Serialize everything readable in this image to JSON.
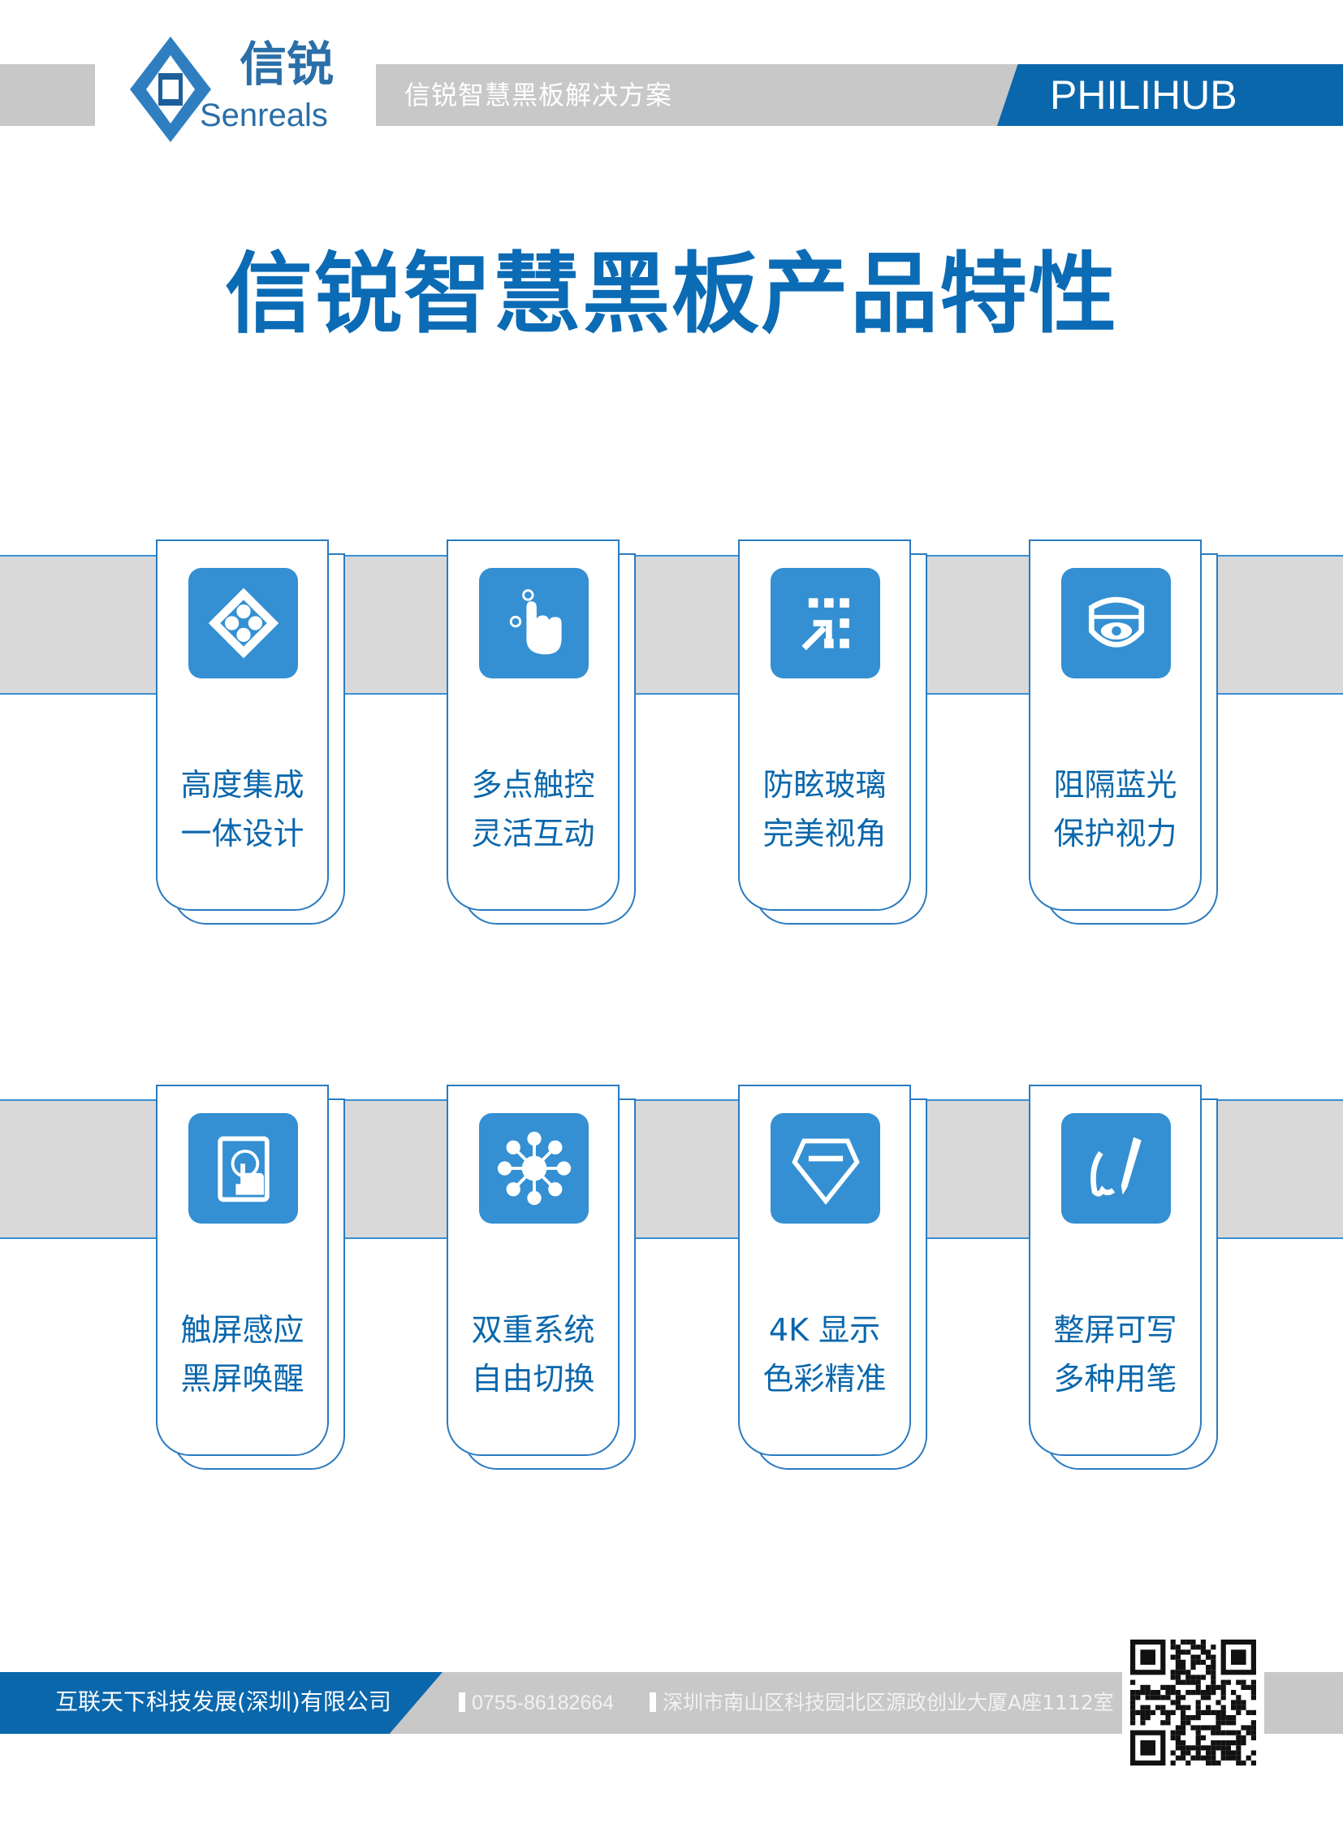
{
  "header": {
    "logo_cn": "信锐",
    "logo_en": "Senreals",
    "subtitle": "信锐智慧黑板解决方案",
    "brand": "PHILIHUB"
  },
  "title": "信锐智慧黑板产品特性",
  "colors": {
    "primary": "#0a67ac",
    "icon_bg": "#3490d3",
    "band_gray": "#d9d9d9",
    "bar_gray": "#c8c8c8"
  },
  "features": [
    {
      "icon": "integration-icon",
      "line1": "高度集成",
      "line2": "一体设计"
    },
    {
      "icon": "multi-touch-icon",
      "line1": "多点触控",
      "line2": "灵活互动"
    },
    {
      "icon": "anti-glare-icon",
      "line1": "防眩玻璃",
      "line2": "完美视角"
    },
    {
      "icon": "eye-protection-icon",
      "line1": "阻隔蓝光",
      "line2": "保护视力"
    },
    {
      "icon": "touch-screen-icon",
      "line1": "触屏感应",
      "line2": "黑屏唤醒"
    },
    {
      "icon": "dual-system-icon",
      "line1": "双重系统",
      "line2": "自由切换"
    },
    {
      "icon": "diamond-icon",
      "line1": "4K 显示",
      "line2": "色彩精准"
    },
    {
      "icon": "pen-writing-icon",
      "line1": "整屏可写",
      "line2": "多种用笔"
    }
  ],
  "footer": {
    "company": "互联天下科技发展(深圳)有限公司",
    "phone": "0755-86182664",
    "address": "深圳市南山区科技园北区源政创业大厦A座1112室"
  }
}
